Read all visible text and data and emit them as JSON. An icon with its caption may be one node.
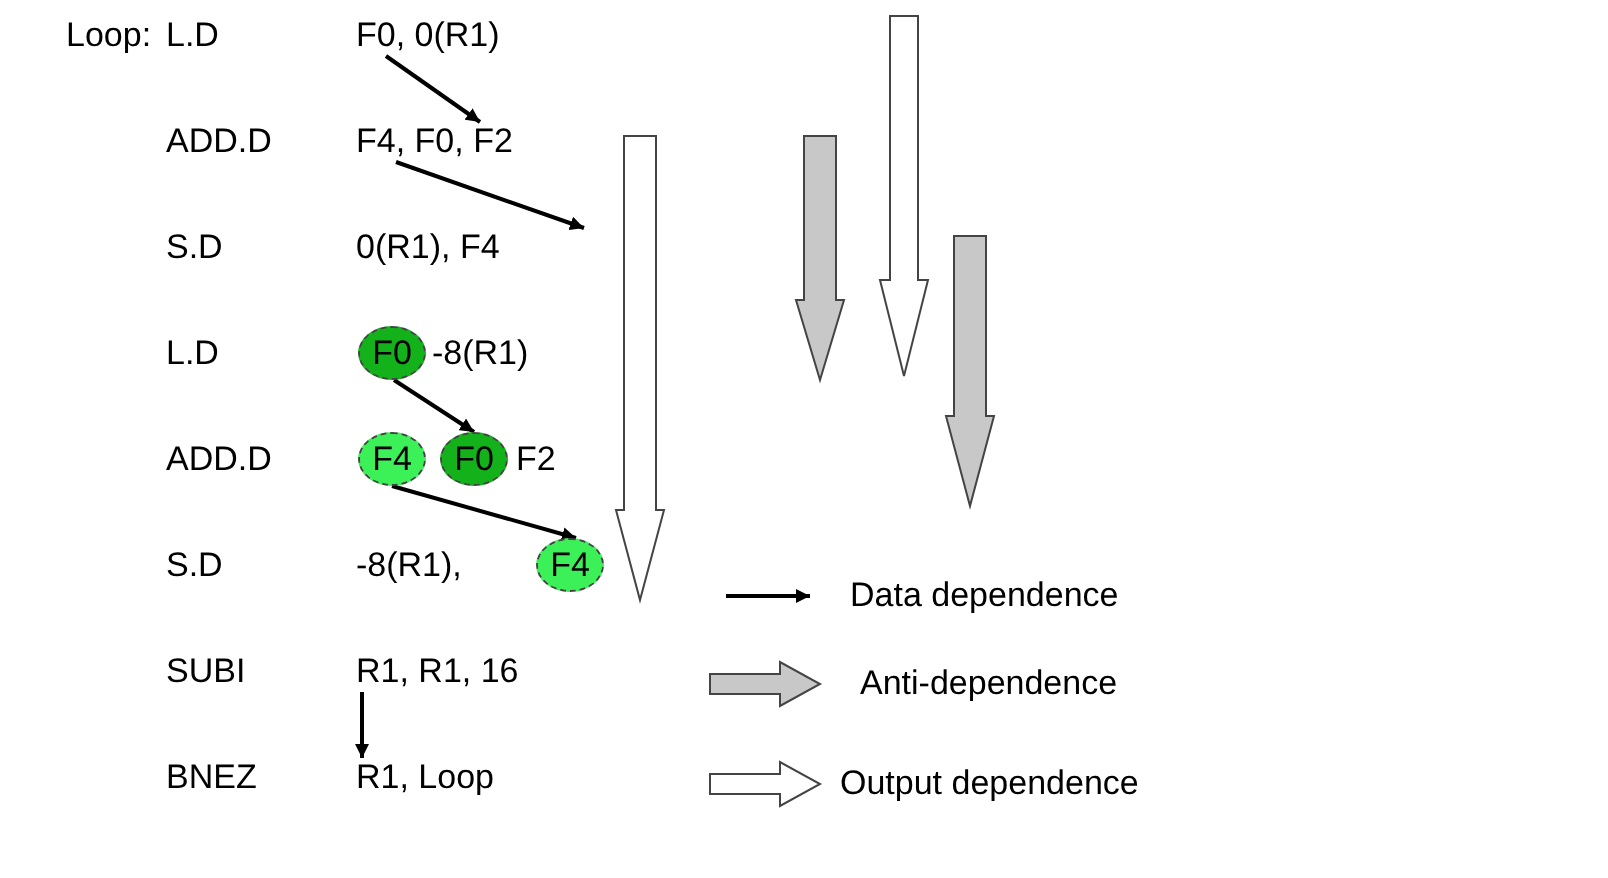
{
  "diagram": {
    "nodes": [
      {
        "text": [
          "F0, 0(R1)"
        ]
      },
      {
        "text": [
          "F4, F0, F2"
        ]
      },
      {
        "text": [
          "0(R1), F4"
        ]
      },
      {
        "text": [
          "F0"
        ]
      },
      {
        "text": [
          "F4"
        ]
      },
      {
        "text": [
          "F0"
        ]
      },
      {
        "text": [
          "F4"
        ]
      },
      {
        "text": [
          "R1, R1, 16"
        ]
      },
      {
        "text": [
          "R1, Loop"
        ]
      }
    ],
    "edges": [
      {
        "from": 0,
        "to": 1,
        "arrow": "to"
      },
      {
        "from": 1,
        "to": 2,
        "arrow": "to"
      },
      {
        "from": 3,
        "to": 5,
        "arrow": "to"
      },
      {
        "from": 4,
        "to": 6,
        "arrow": "to"
      },
      {
        "from": 7,
        "to": 8,
        "arrow": "to"
      }
    ],
    "labels": [
      "Loop:",
      "L.D",
      "ADD.D",
      "S.D",
      "L.D",
      "-8(R1)",
      "ADD.D",
      "F2",
      "S.D",
      "-8(R1),",
      "SUBI",
      "BNEZ"
    ],
    "legend": [
      {
        "text": "Data dependence"
      },
      {
        "text": "Anti-dependence"
      },
      {
        "text": "Output dependence"
      }
    ]
  }
}
